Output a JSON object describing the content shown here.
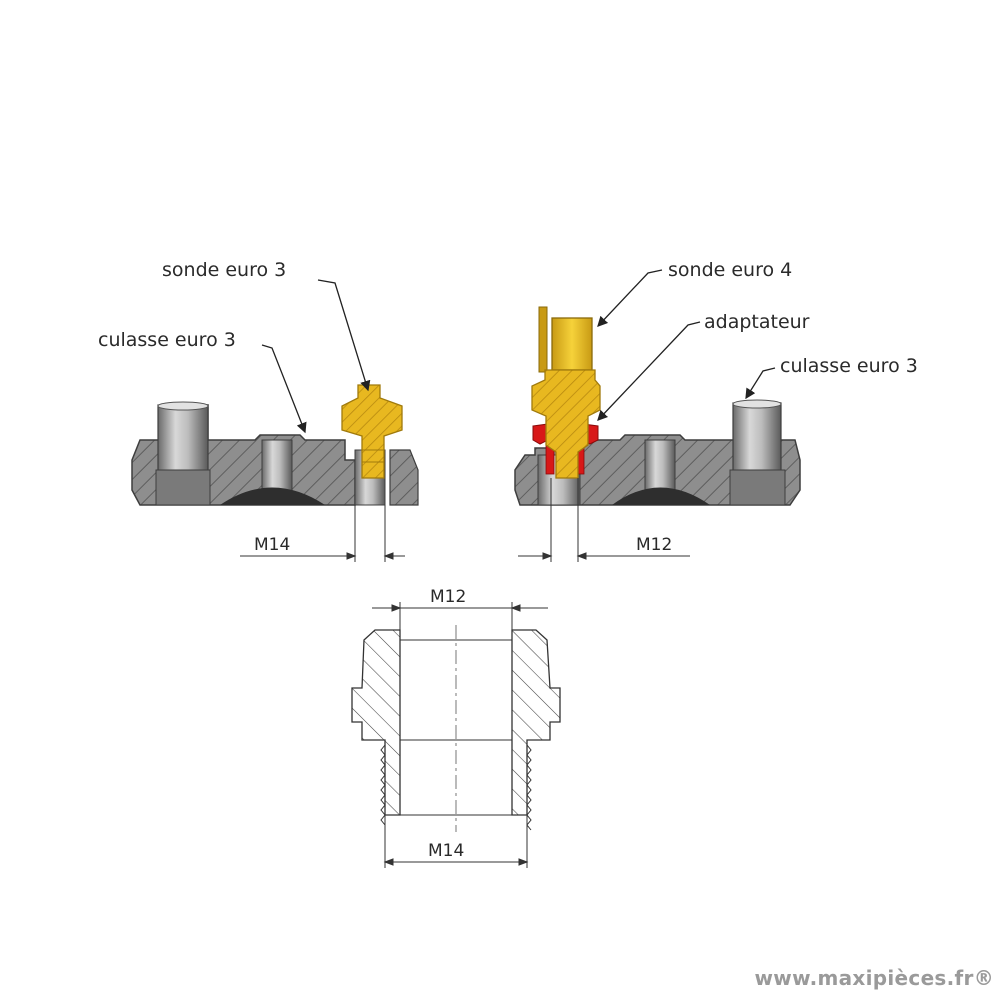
{
  "labels": {
    "sonde_euro3": "sonde euro 3",
    "culasse_euro3_left": "culasse euro 3",
    "sonde_euro4": "sonde euro 4",
    "adaptateur": "adaptateur",
    "culasse_euro3_right": "culasse euro 3"
  },
  "dimensions": {
    "left_thread": "M14",
    "right_thread": "M12",
    "adapter_top": "M12",
    "adapter_bottom": "M14"
  },
  "watermark": "www.maxipièces.fr®",
  "colors": {
    "probe": "#e8b820",
    "probe_dark": "#b88a10",
    "seal": "#d81818",
    "metal": "#9a9a9a",
    "metal_dark": "#6e6e6e",
    "hatch_bg": "#8c8c8c",
    "line": "#333333"
  }
}
